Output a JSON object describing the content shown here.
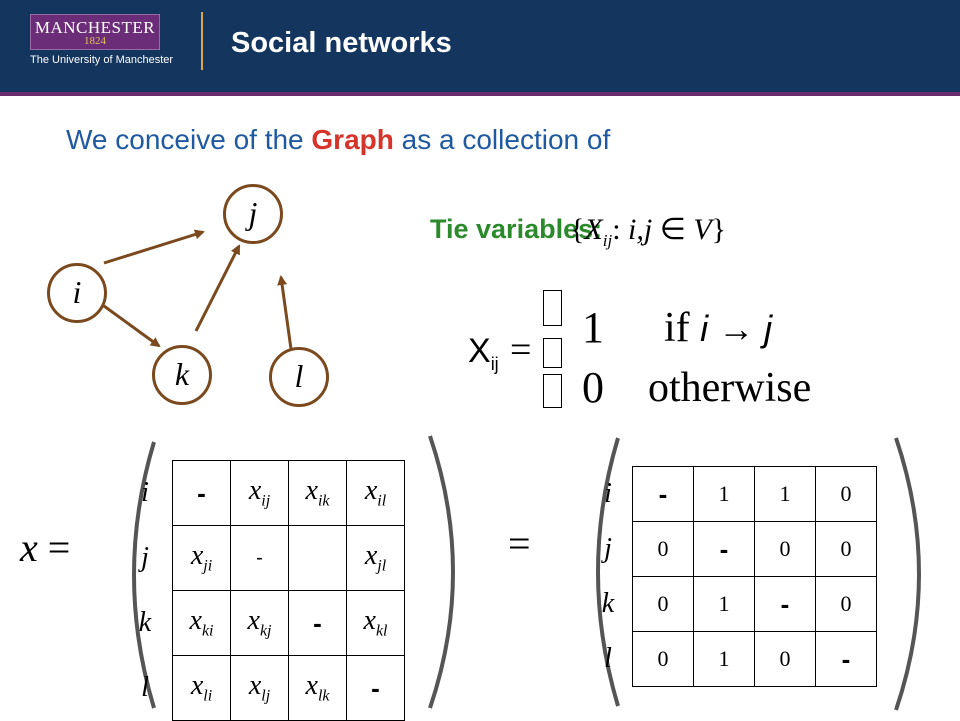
{
  "header": {
    "logo_text": "MANCHESTER",
    "logo_year": "1824",
    "university": "The University of Manchester",
    "title": "Social networks"
  },
  "subtitle": {
    "before": "We conceive of the ",
    "highlight": "Graph",
    "after": " as a collection of"
  },
  "graph": {
    "nodes": [
      "i",
      "j",
      "k",
      "l"
    ],
    "edges": [
      [
        "i",
        "j"
      ],
      [
        "i",
        "k"
      ],
      [
        "k",
        "j"
      ],
      [
        "l",
        "j"
      ]
    ]
  },
  "tie": {
    "label": "Tie variables:",
    "set_open": "{",
    "set_var": "X",
    "set_sub": "ij",
    "set_colon": ":",
    "set_idx": "i,j",
    "set_in": "∈",
    "set_V": "V",
    "set_close": "}"
  },
  "definition": {
    "lhs": "X",
    "lhs_sub": "ij",
    "eq": "=",
    "one": "1",
    "if_word": "if ",
    "if_expr": "i → j",
    "zero": "0",
    "otherwise": "otherwise"
  },
  "matrix_symbolic": {
    "lhs": "x",
    "eq": "=",
    "rows": [
      {
        "label": "i",
        "cells": [
          "-",
          "x|ij",
          "x|ik",
          "x|il"
        ]
      },
      {
        "label": "j",
        "cells": [
          "x|ji",
          "-",
          "",
          "x|jl"
        ]
      },
      {
        "label": "k",
        "cells": [
          "x|ki",
          "x|kj",
          "-",
          "x|kl"
        ]
      },
      {
        "label": "l",
        "cells": [
          "x|li",
          "x|lj",
          "x|lk",
          "-"
        ]
      }
    ]
  },
  "matrix_numeric": {
    "eq": "=",
    "rows": [
      {
        "label": "i",
        "cells": [
          "-",
          "1",
          "1",
          "0"
        ]
      },
      {
        "label": "j",
        "cells": [
          "0",
          "-",
          "0",
          "0"
        ]
      },
      {
        "label": "k",
        "cells": [
          "0",
          "1",
          "-",
          "0"
        ]
      },
      {
        "label": "l",
        "cells": [
          "0",
          "1",
          "0",
          "-"
        ]
      }
    ]
  },
  "colors": {
    "header_bg": "#14355e",
    "logo_bg": "#6b2d78",
    "accent_gold": "#e0a63a",
    "subtitle_blue": "#1f5aa0",
    "graph_red": "#d6332b",
    "tie_green": "#2c8a2c",
    "graph_brown": "#7a4a1e",
    "bracket_grey": "#555555"
  }
}
